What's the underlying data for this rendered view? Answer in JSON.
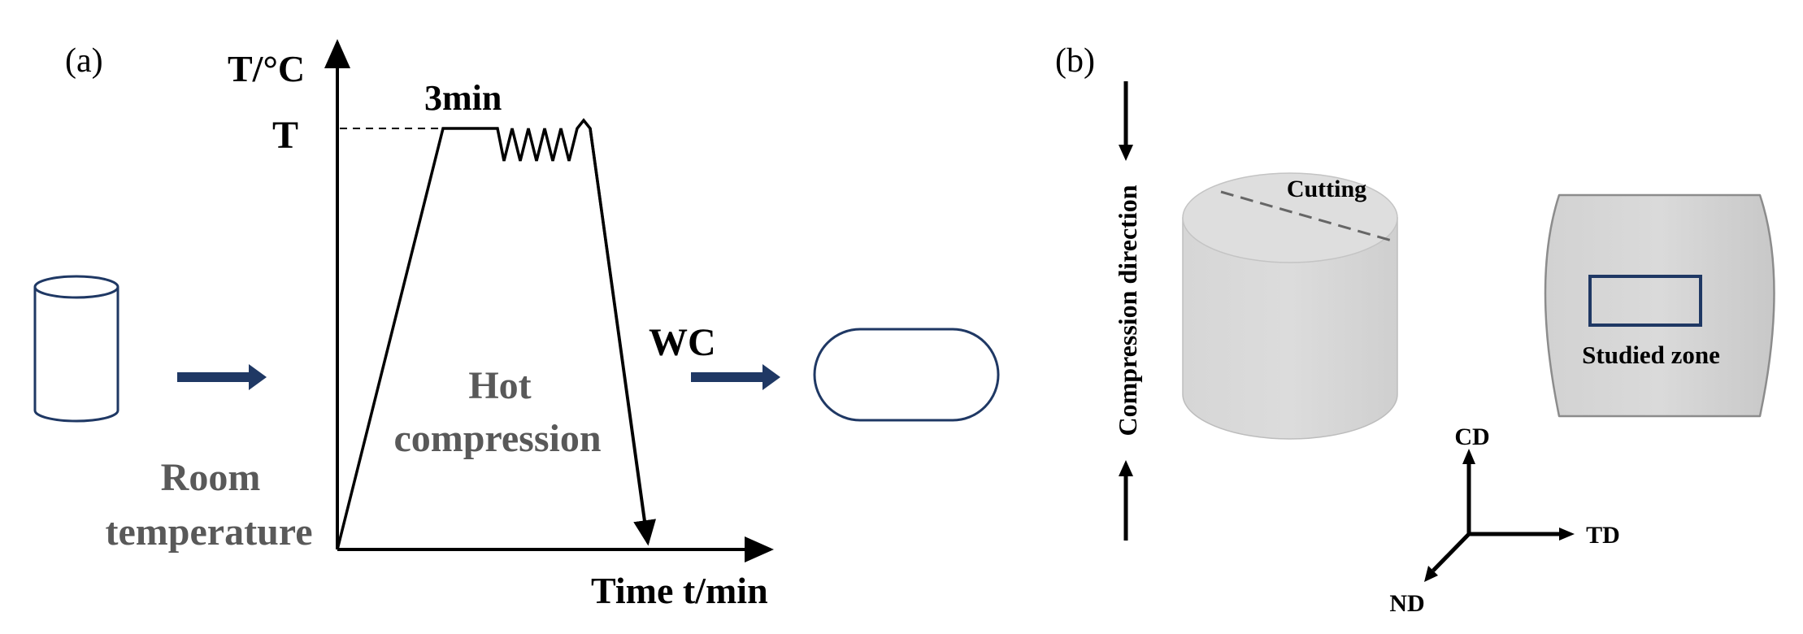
{
  "panel_a": {
    "label": "(a)",
    "y_axis_label": "T/°C",
    "temp_label": "T",
    "hold_label": "3min",
    "x_axis_label": "Time t/min",
    "process_label_line1": "Hot",
    "process_label_line2": "compression",
    "start_label_line1": "Room",
    "start_label_line2": "temperature",
    "quench_label": "WC"
  },
  "panel_b": {
    "label": "(b)",
    "compression_label": "Compression direction",
    "cutting_label": "Cutting",
    "zone_label": "Studied zone",
    "axis_cd": "CD",
    "axis_td": "TD",
    "axis_nd": "ND"
  },
  "colors": {
    "navy": "#1f3864",
    "text_gray": "#595959",
    "black": "#000000",
    "zone_border": "#1f3864"
  }
}
